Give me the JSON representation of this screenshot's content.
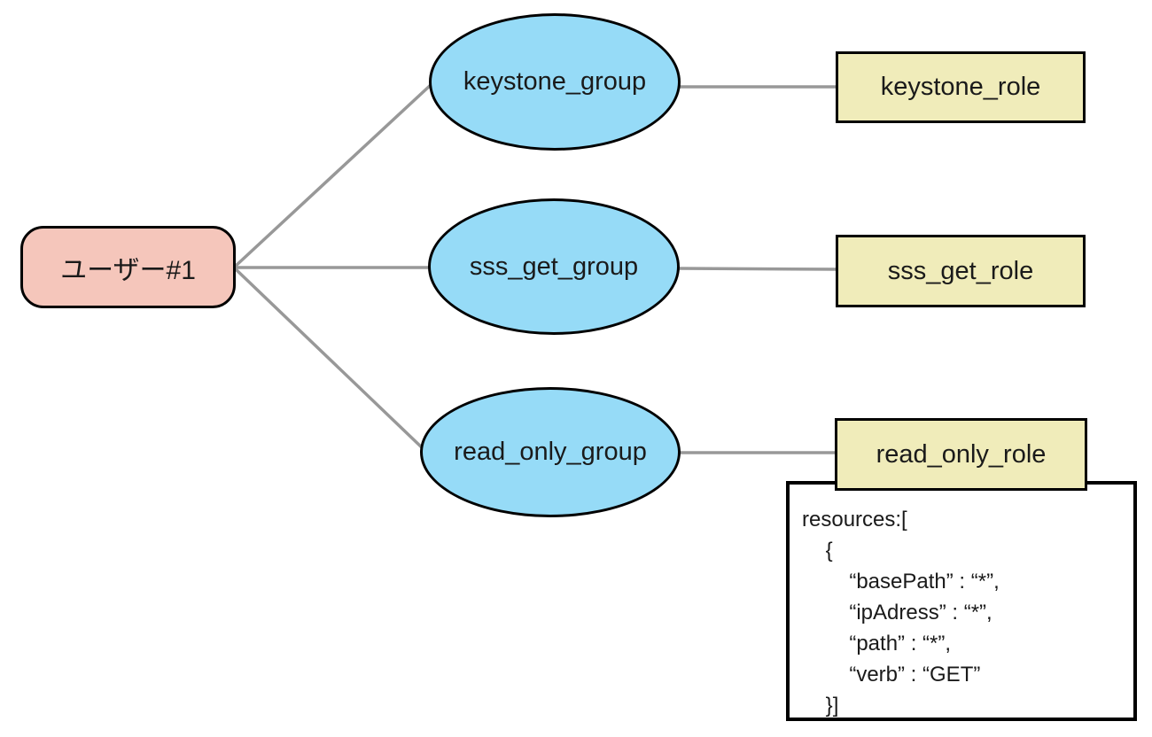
{
  "user": {
    "label": "ユーザー#1"
  },
  "groups": [
    {
      "label": "keystone_group"
    },
    {
      "label": "sss_get_group"
    },
    {
      "label": "read_only_group"
    }
  ],
  "roles": [
    {
      "label": "keystone_role"
    },
    {
      "label": "sss_get_role"
    },
    {
      "label": "read_only_role"
    }
  ],
  "policy": {
    "lines": [
      "resources:[",
      "    {",
      "        “basePath” : “*”,",
      "        “ipAdress” : “*”,",
      "        “path” : “*”,",
      "        “verb” : “GET”",
      "    }]"
    ]
  },
  "colors": {
    "user_fill": "#f5c6bb",
    "group_fill": "#96dbf7",
    "role_fill": "#f0ecba",
    "edge": "#989898",
    "border": "#000000",
    "background": "#ffffff"
  }
}
